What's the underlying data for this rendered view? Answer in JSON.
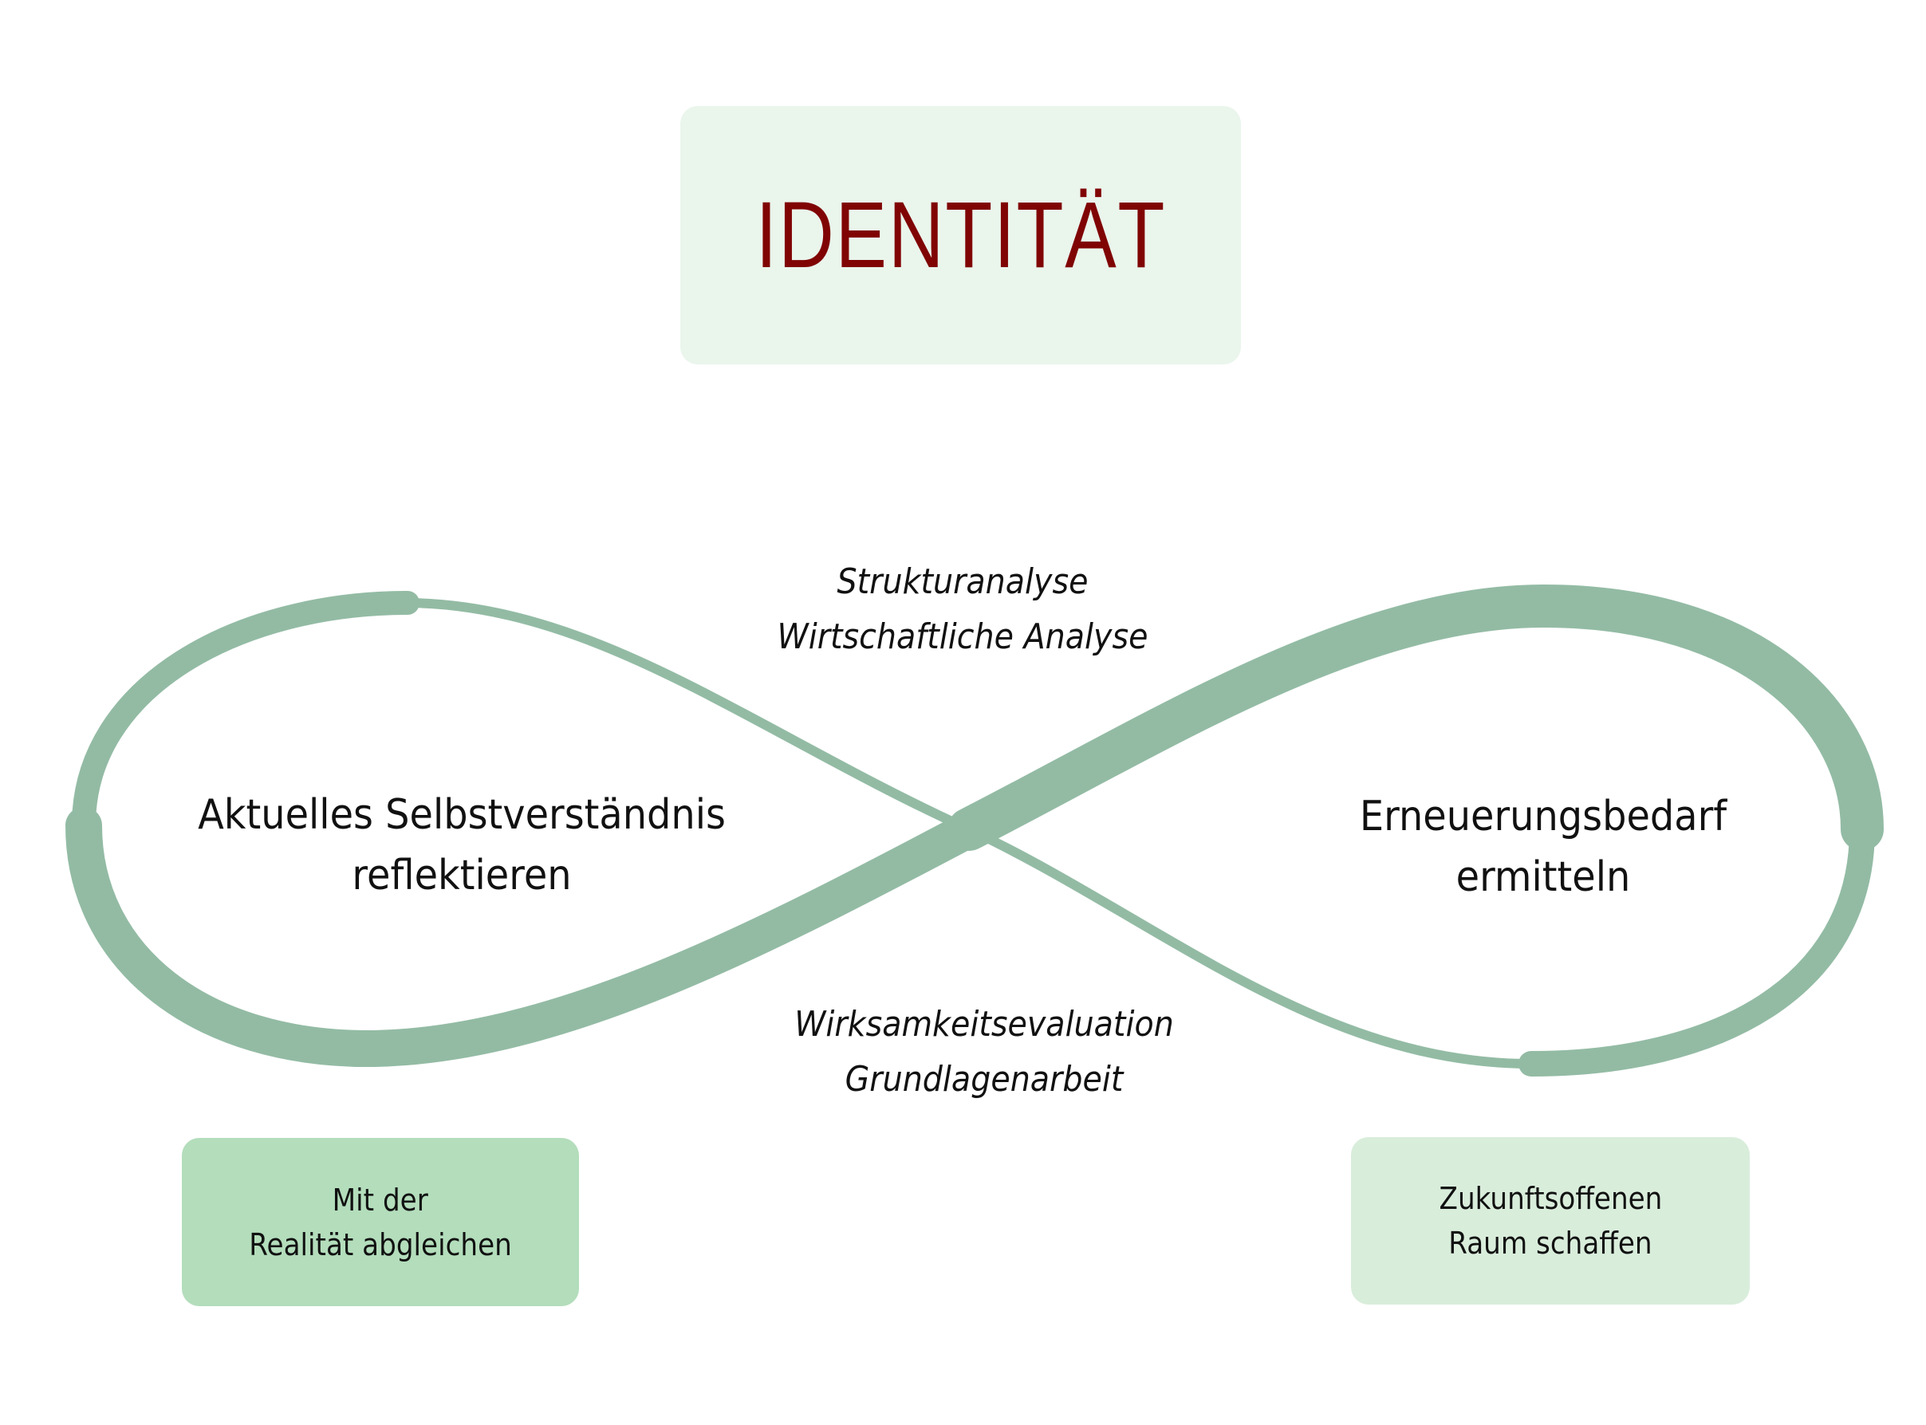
{
  "title": "IDENTITÄT",
  "left_loop": {
    "line1": "Aktuelles Selbstverständnis",
    "line2": "reflektieren"
  },
  "right_loop": {
    "line1": "Erneuerungsbedarf",
    "line2": "ermitteln"
  },
  "top_labels": {
    "line1": "Strukturanalyse",
    "line2": "Wirtschaftliche Analyse"
  },
  "bottom_labels": {
    "line1": "Wirksamkeitsevaluation",
    "line2": "Grundlagenarbeit"
  },
  "box_left": {
    "line1": "Mit der",
    "line2": "Realität abgleichen"
  },
  "box_right": {
    "line1": "Zukunftsoffenen",
    "line2": "Raum schaffen"
  },
  "colors": {
    "title": "#800404",
    "loop": "#93BBA4",
    "title_box": "#EAF5EC",
    "box_left": "#B3DDBB",
    "box_right": "#D9EDDB"
  }
}
